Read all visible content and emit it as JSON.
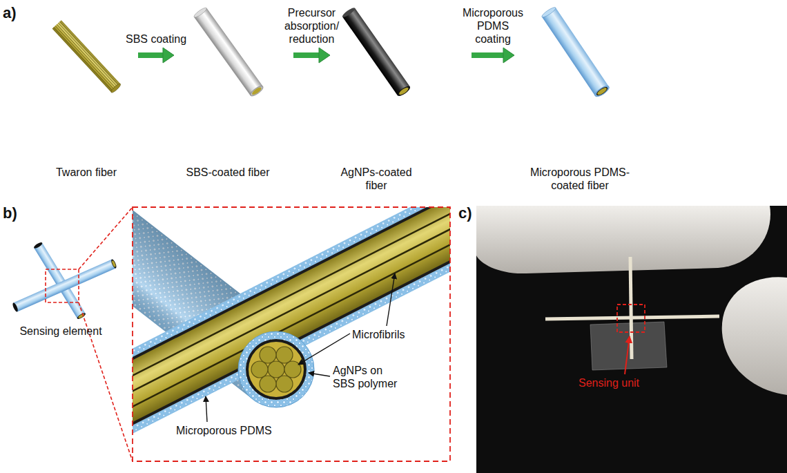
{
  "diagram": {
    "nodes": [
      {
        "text": [
          "Twaron fiber"
        ]
      },
      {
        "text": [
          "SBS-coated fiber"
        ]
      },
      {
        "text": [
          "AgNPs-coated fiber"
        ]
      },
      {
        "text": [
          "Microporous PDMS-coated fiber"
        ]
      }
    ],
    "edges": [
      {
        "from": 0,
        "to": 1,
        "arrow": "to",
        "label": "SBS coating"
      },
      {
        "from": 1,
        "to": 2,
        "arrow": "to",
        "label": "Precursor absorption/ reduction"
      },
      {
        "from": 2,
        "to": 3,
        "arrow": "to",
        "label": "Microporous PDMS coating"
      }
    ],
    "labels": [
      "a)",
      "b)",
      "c)",
      "Sensing element",
      "Microfibrils",
      "AgNPs on SBS polymer",
      "Microporous PDMS",
      "Sensing unit"
    ]
  }
}
